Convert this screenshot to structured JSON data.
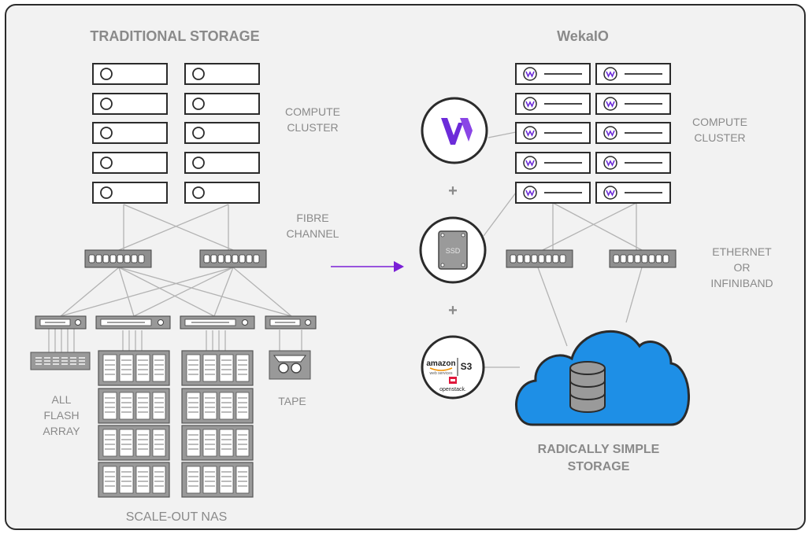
{
  "left": {
    "title": "TRADITIONAL STORAGE",
    "compute_label": [
      "COMPUTE",
      "CLUSTER"
    ],
    "fabric_label": [
      "FIBRE",
      "CHANNEL"
    ],
    "flash_label": [
      "ALL",
      "FLASH",
      "ARRAY"
    ],
    "tape_label": "TAPE",
    "nas_label": "SCALE-OUT NAS"
  },
  "right": {
    "title": "WekaIO",
    "compute_label": [
      "COMPUTE",
      "CLUSTER"
    ],
    "fabric_label": [
      "ETHERNET",
      "OR",
      "INFINIBAND"
    ],
    "storage_label": [
      "RADICALLY SIMPLE",
      "STORAGE"
    ],
    "ssd_label": "SSD",
    "plus_sign": "+",
    "cloud_logos": {
      "amazon": "amazon",
      "amazon_sub": "web services",
      "s3": "S3",
      "openstack": "openstack."
    }
  },
  "colors": {
    "background": "#f2f2f2",
    "label_gray": "#8a8a8a",
    "device_gray": "#9a9a9a",
    "arrow_purple": "#7a1fd6",
    "cloud_blue": "#1e8fe6",
    "weka_purple": "#6c2bd9"
  }
}
